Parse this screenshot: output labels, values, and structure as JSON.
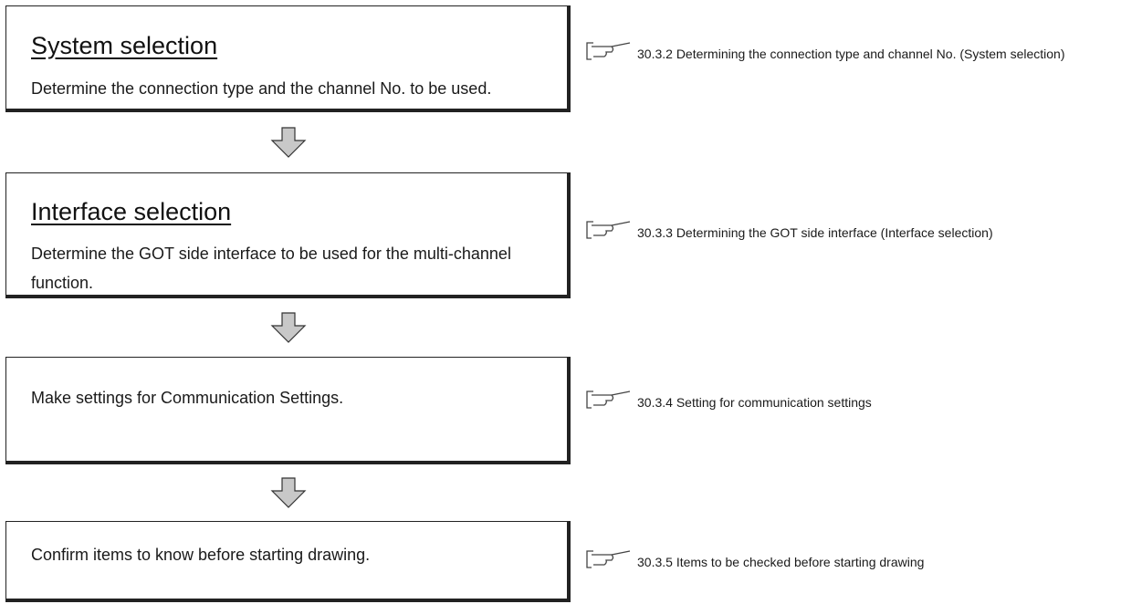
{
  "steps": [
    {
      "title": "System selection",
      "text": "Determine the connection type and the channel No. to be used.",
      "reference": "30.3.2 Determining the connection type and channel No. (System selection)"
    },
    {
      "title": "Interface selection",
      "text": "Determine the GOT side interface to be used for the multi-channel function.",
      "reference": "30.3.3 Determining the GOT side interface (Interface selection)"
    },
    {
      "title": "",
      "text": "Make settings for Communication Settings.",
      "reference": "30.3.4 Setting for communication settings"
    },
    {
      "title": "",
      "text": "Confirm items to know before starting drawing.",
      "reference": "30.3.5 Items to be checked before starting drawing"
    }
  ],
  "icons": {
    "reference": "reference-hand-icon",
    "arrow": "down-arrow-icon"
  },
  "colors": {
    "arrow_fill": "#c8c8c8",
    "border": "#222222"
  }
}
